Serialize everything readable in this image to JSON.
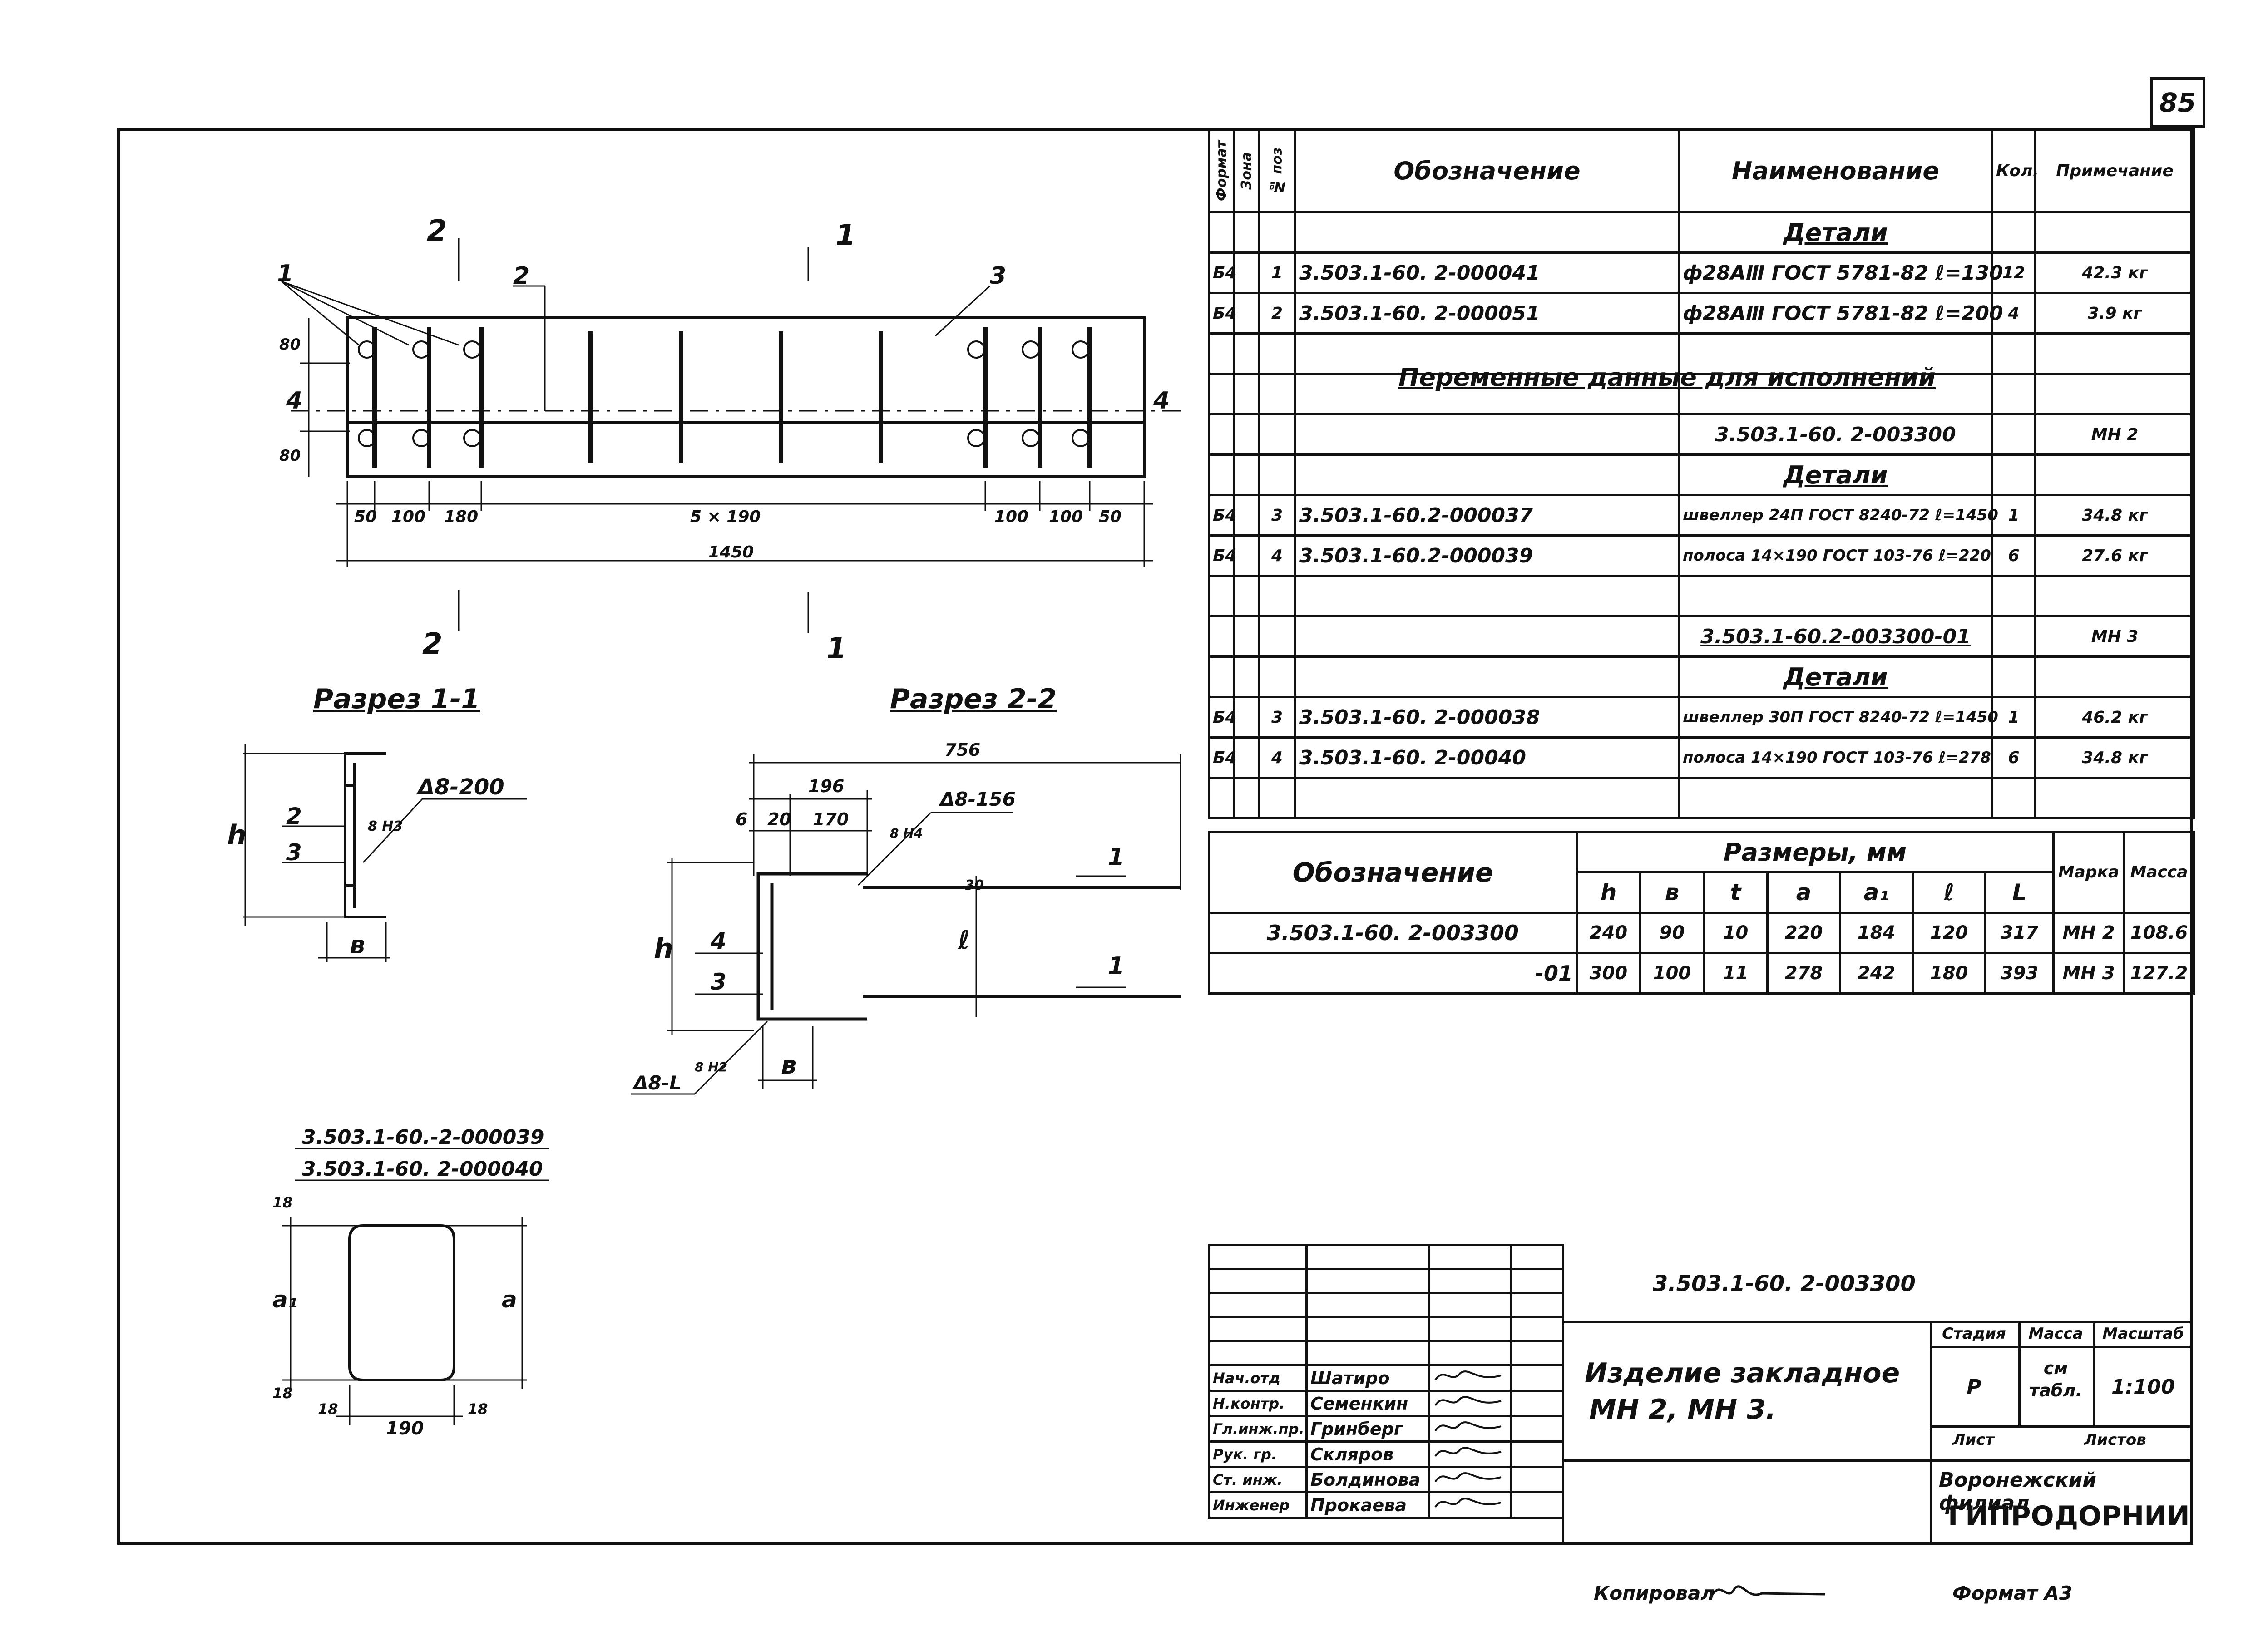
{
  "page_number": "85",
  "spec_table": {
    "headers": {
      "format": "Формат",
      "zone": "Зона",
      "pos": "№ поз",
      "designation": "Обозначение",
      "name": "Наименование",
      "qty": "Кол.",
      "note": "Примечание"
    },
    "rows": [
      {
        "format": "",
        "pos": "",
        "designation": "",
        "name": "Детали",
        "qty": "",
        "note": ""
      },
      {
        "format": "Б4",
        "pos": "1",
        "designation": "3.503.1-60. 2-000041",
        "name": "ф28АⅢ ГОСТ 5781-82 ℓ=130",
        "qty": "12",
        "note": "42.3 кг"
      },
      {
        "format": "Б4",
        "pos": "2",
        "designation": "3.503.1-60. 2-000051",
        "name": "ф28АⅢ ГОСТ 5781-82 ℓ=200",
        "qty": "4",
        "note": "3.9 кг"
      },
      {
        "format": "",
        "pos": "",
        "designation": "",
        "name": "",
        "qty": "",
        "note": ""
      },
      {
        "format": "",
        "pos": "",
        "designation": "",
        "name": "",
        "qty": "",
        "note": ""
      },
      {
        "format": "",
        "pos": "",
        "designation": "",
        "name": "3.503.1-60. 2-003300",
        "qty": "",
        "note": "МН 2"
      },
      {
        "format": "",
        "pos": "",
        "designation": "",
        "name": "Детали",
        "qty": "",
        "note": ""
      },
      {
        "format": "Б4",
        "pos": "3",
        "designation": "3.503.1-60.2-000037",
        "name": "швеллер 24П ГОСТ 8240-72 ℓ=1450",
        "qty": "1",
        "note": "34.8 кг"
      },
      {
        "format": "Б4",
        "pos": "4",
        "designation": "3.503.1-60.2-000039",
        "name": "полоса 14×190 ГОСТ 103-76 ℓ=220",
        "qty": "6",
        "note": "27.6 кг"
      },
      {
        "format": "",
        "pos": "",
        "designation": "",
        "name": "",
        "qty": "",
        "note": ""
      },
      {
        "format": "",
        "pos": "",
        "designation": "",
        "name": "3.503.1-60.2-003300-01",
        "qty": "",
        "note": "МН 3"
      },
      {
        "format": "",
        "pos": "",
        "designation": "",
        "name": "Детали",
        "qty": "",
        "note": ""
      },
      {
        "format": "Б4",
        "pos": "3",
        "designation": "3.503.1-60. 2-000038",
        "name": "швеллер 30П ГОСТ 8240-72 ℓ=1450",
        "qty": "1",
        "note": "46.2 кг"
      },
      {
        "format": "Б4",
        "pos": "4",
        "designation": "3.503.1-60. 2-00040",
        "name": "полоса 14×190 ГОСТ 103-76 ℓ=278",
        "qty": "6",
        "note": "34.8 кг"
      },
      {
        "format": "",
        "pos": "",
        "designation": "",
        "name": "",
        "qty": "",
        "note": ""
      }
    ],
    "variable_data_title": "Переменные данные для исполнений"
  },
  "dims_table": {
    "designation_header": "Обозначение",
    "sizes_header": "Размеры, мм",
    "cols": [
      "h",
      "в",
      "t",
      "а",
      "а₁",
      "ℓ",
      "L"
    ],
    "mark_header": "Марка",
    "mass_header": "Масса",
    "rows": [
      {
        "designation": "3.503.1-60. 2-003300",
        "values": [
          "240",
          "90",
          "10",
          "220",
          "184",
          "120",
          "317"
        ],
        "mark": "МН 2",
        "mass": "108.6"
      },
      {
        "designation": "-01",
        "values": [
          "300",
          "100",
          "11",
          "278",
          "242",
          "180",
          "393"
        ],
        "mark": "МН 3",
        "mass": "127.2"
      }
    ]
  },
  "drawing": {
    "section_1_title": "Разрез 1-1",
    "section_2_title": "Разрез 2-2",
    "plate_ref_1": "3.503.1-60.-2-000039",
    "plate_ref_2": "3.503.1-60. 2-000040",
    "plan_dims": {
      "d1": "50",
      "d2": "100",
      "d3": "180",
      "d4": "5 × 190",
      "d5": "100",
      "d6": "100",
      "d7": "50",
      "total": "1450",
      "side1": "80",
      "side2": "80"
    },
    "cut_marks": {
      "c1": "1",
      "c2": "2",
      "axis": "4",
      "p1": "1",
      "p2": "2",
      "p3": "3"
    },
    "sec1": {
      "weld": "Δ8-200",
      "weld2": "8 Н3",
      "h": "h",
      "b": "в",
      "p2": "2",
      "p3": "3"
    },
    "sec2": {
      "total": "756",
      "d196": "196",
      "d20": "20",
      "d170": "170",
      "d6": "6",
      "weld": "Δ8-156",
      "weld2": "8 Н4",
      "weld3": "Δ8-L",
      "weld4": "8 Н2",
      "h": "h",
      "b": "в",
      "l": "ℓ",
      "d30": "30",
      "p1": "1",
      "p4": "4",
      "p3": "3"
    },
    "plate": {
      "a": "а",
      "a1": "а₁",
      "d18a": "18",
      "d18b": "18",
      "d18c": "18",
      "d18d": "18",
      "w": "190"
    }
  },
  "title_block": {
    "code": "3.503.1-60. 2-003300",
    "title_line1": "Изделие закладное",
    "title_line2": "МН 2, МН 3.",
    "stage_header": "Стадия",
    "mass_header": "Масса",
    "scale_header": "Масштаб",
    "stage": "Р",
    "mass": "см табл.",
    "scale": "1:100",
    "sheet": "Лист",
    "sheets": "Листов",
    "org_line1": "Воронежский филиал",
    "org_line2": "ГИПРОДОРНИИ",
    "staff": [
      {
        "role": "Нач.отд",
        "name": "Шатиро"
      },
      {
        "role": "Н.контр.",
        "name": "Семенкин"
      },
      {
        "role": "Гл.инж.пр.",
        "name": "Гринберг"
      },
      {
        "role": "Рук. гр.",
        "name": "Скляров"
      },
      {
        "role": "Ст. инж.",
        "name": "Болдинова"
      },
      {
        "role": "Инженер",
        "name": "Прокаева"
      }
    ]
  },
  "footer": {
    "copied": "Копировал",
    "format": "Формат А3"
  }
}
